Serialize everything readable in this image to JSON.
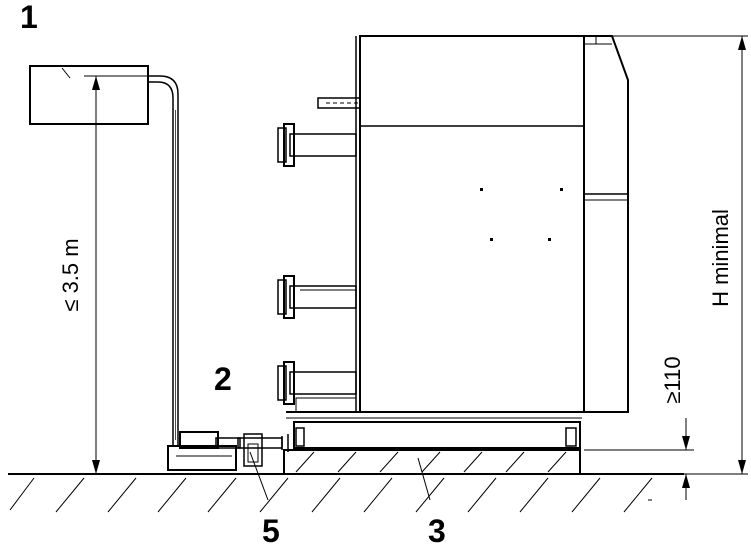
{
  "callouts": {
    "c1": "1",
    "c2": "2",
    "c3": "3",
    "c5": "5"
  },
  "dimensions": {
    "max_lift": "≤ 3.5 m",
    "min_clearance": "≥110",
    "h_minimal": "H minimal"
  },
  "colors": {
    "line": "#000000",
    "background": "#ffffff"
  }
}
